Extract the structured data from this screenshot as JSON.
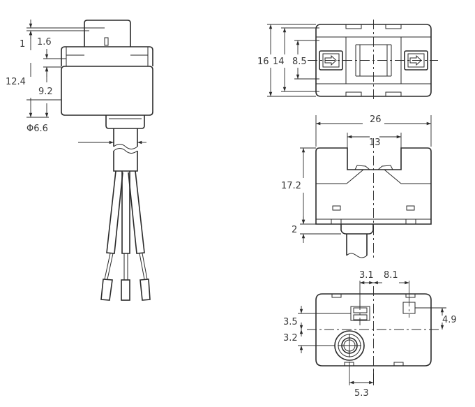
{
  "dimensions": {
    "side_view": {
      "d1": "1",
      "d1_6": "1.6",
      "d12_4": "12.4",
      "d9_2": "9.2",
      "dia": "Φ6.6"
    },
    "top_view": {
      "d16": "16",
      "d14": "14",
      "d8_5": "8.5"
    },
    "front_view": {
      "d26": "26",
      "d13": "13",
      "d17_2": "17.2",
      "d2": "2"
    },
    "bottom_view": {
      "d3_1": "3.1",
      "d8_1": "8.1",
      "d3_5": "3.5",
      "d3_2": "3.2",
      "d4_9": "4.9",
      "d5_3": "5.3"
    }
  }
}
